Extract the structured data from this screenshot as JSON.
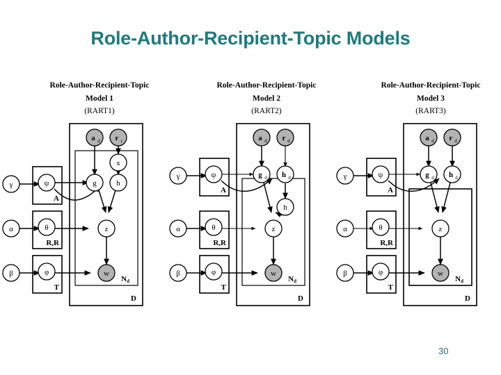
{
  "slide": {
    "title": "Role-Author-Recipient-Topic Models",
    "title_color": "#1b7b7f",
    "page_number": "30",
    "background": "#ffffff"
  },
  "figure": {
    "node_shaded_color": "#b3b3b3",
    "node_open_color": "#ffffff",
    "panels": [
      {
        "id": "rart1",
        "heading_line1": "Role-Author-Recipient-Topic",
        "heading_line2": "Model 1",
        "heading_line3": "(RART1)",
        "plates": [
          {
            "name": "outer-plate-D",
            "label": "D"
          },
          {
            "name": "inner-plate-Nd",
            "label": "Nd"
          },
          {
            "name": "plate-psi",
            "label": "A"
          },
          {
            "name": "plate-theta",
            "label": "R,R"
          },
          {
            "name": "plate-phi",
            "label": "T"
          }
        ],
        "nodes": [
          {
            "name": "node-gamma",
            "label": "γ",
            "sub": "",
            "shaded": false,
            "bold": false
          },
          {
            "name": "node-alpha",
            "label": "α",
            "sub": "",
            "shaded": false,
            "bold": false
          },
          {
            "name": "node-beta",
            "label": "β",
            "sub": "",
            "shaded": false,
            "bold": false
          },
          {
            "name": "node-psi",
            "label": "ψ",
            "sub": "",
            "shaded": false,
            "bold": false
          },
          {
            "name": "node-theta",
            "label": "θ",
            "sub": "",
            "shaded": false,
            "bold": false
          },
          {
            "name": "node-phi",
            "label": "φ",
            "sub": "",
            "shaded": false,
            "bold": false
          },
          {
            "name": "node-a",
            "label": "a",
            "sub": "d",
            "shaded": true,
            "bold": true
          },
          {
            "name": "node-r",
            "label": "r",
            "sub": "c",
            "shaded": true,
            "bold": true
          },
          {
            "name": "node-x",
            "label": "x",
            "sub": "",
            "shaded": false,
            "bold": false
          },
          {
            "name": "node-g",
            "label": "g",
            "sub": "",
            "shaded": false,
            "bold": false
          },
          {
            "name": "node-h",
            "label": "h",
            "sub": "",
            "shaded": false,
            "bold": false
          },
          {
            "name": "node-z",
            "label": "z",
            "sub": "",
            "shaded": false,
            "bold": false
          },
          {
            "name": "node-w",
            "label": "w",
            "sub": "",
            "shaded": true,
            "bold": false
          }
        ],
        "edges": [
          "gamma->psi",
          "alpha->theta",
          "beta->phi",
          "psi->g",
          "psi->h",
          "theta->z",
          "phi->w",
          "a->g",
          "r->x",
          "x->h",
          "g->z",
          "h->z",
          "z->w"
        ]
      },
      {
        "id": "rart2",
        "heading_line1": "Role-Author-Recipient-Topic",
        "heading_line2": "Model 2",
        "heading_line3": "(RART2)",
        "plates": [
          {
            "name": "outer-plate-D",
            "label": "D"
          },
          {
            "name": "inner-plate-Nd",
            "label": "Nd"
          },
          {
            "name": "plate-psi",
            "label": "A"
          },
          {
            "name": "plate-theta",
            "label": "R,R"
          },
          {
            "name": "plate-phi",
            "label": "T"
          }
        ],
        "nodes": [
          {
            "name": "node-gamma",
            "label": "γ",
            "sub": "",
            "shaded": false,
            "bold": false
          },
          {
            "name": "node-alpha",
            "label": "α",
            "sub": "",
            "shaded": false,
            "bold": false
          },
          {
            "name": "node-beta",
            "label": "β",
            "sub": "",
            "shaded": false,
            "bold": false
          },
          {
            "name": "node-psi",
            "label": "ψ",
            "sub": "",
            "shaded": false,
            "bold": false
          },
          {
            "name": "node-theta",
            "label": "θ",
            "sub": "",
            "shaded": false,
            "bold": false
          },
          {
            "name": "node-phi",
            "label": "φ",
            "sub": "",
            "shaded": false,
            "bold": false
          },
          {
            "name": "node-a",
            "label": "a",
            "sub": "d",
            "shaded": true,
            "bold": true
          },
          {
            "name": "node-r",
            "label": "r",
            "sub": "d",
            "shaded": true,
            "bold": true
          },
          {
            "name": "node-g",
            "label": "g",
            "sub": "d",
            "shaded": false,
            "bold": true
          },
          {
            "name": "node-hd",
            "label": "h",
            "sub": "d",
            "shaded": false,
            "bold": true
          },
          {
            "name": "node-h",
            "label": "h",
            "sub": "",
            "shaded": false,
            "bold": false
          },
          {
            "name": "node-z",
            "label": "z",
            "sub": "",
            "shaded": false,
            "bold": false
          },
          {
            "name": "node-w",
            "label": "w",
            "sub": "",
            "shaded": true,
            "bold": false
          }
        ],
        "edges": [
          "gamma->psi",
          "alpha->theta",
          "beta->phi",
          "psi->g",
          "psi->hd",
          "theta->z",
          "phi->w",
          "a->g",
          "r->hd",
          "g->z",
          "hd->h",
          "h->z",
          "z->w"
        ]
      },
      {
        "id": "rart3",
        "heading_line1": "Role-Author-Recipient-Topic",
        "heading_line2": "Model 3",
        "heading_line3": "(RART3)",
        "plates": [
          {
            "name": "outer-plate-D",
            "label": "D"
          },
          {
            "name": "inner-plate-Nd",
            "label": "Nd"
          },
          {
            "name": "plate-psi",
            "label": "A"
          },
          {
            "name": "plate-theta",
            "label": "R,R"
          },
          {
            "name": "plate-phi",
            "label": "T"
          }
        ],
        "nodes": [
          {
            "name": "node-gamma",
            "label": "γ",
            "sub": "",
            "shaded": false,
            "bold": false
          },
          {
            "name": "node-alpha",
            "label": "α",
            "sub": "",
            "shaded": false,
            "bold": false
          },
          {
            "name": "node-beta",
            "label": "β",
            "sub": "",
            "shaded": false,
            "bold": false
          },
          {
            "name": "node-psi",
            "label": "ψ",
            "sub": "",
            "shaded": false,
            "bold": false
          },
          {
            "name": "node-theta",
            "label": "θ",
            "sub": "",
            "shaded": false,
            "bold": false
          },
          {
            "name": "node-phi",
            "label": "φ",
            "sub": "",
            "shaded": false,
            "bold": false
          },
          {
            "name": "node-a",
            "label": "a",
            "sub": "d",
            "shaded": true,
            "bold": true
          },
          {
            "name": "node-r",
            "label": "r",
            "sub": "d",
            "shaded": true,
            "bold": true
          },
          {
            "name": "node-g",
            "label": "g",
            "sub": "d",
            "shaded": false,
            "bold": true
          },
          {
            "name": "node-h",
            "label": "h",
            "sub": "d",
            "shaded": false,
            "bold": true
          },
          {
            "name": "node-z",
            "label": "z",
            "sub": "",
            "shaded": false,
            "bold": false
          },
          {
            "name": "node-w",
            "label": "w",
            "sub": "",
            "shaded": true,
            "bold": false
          }
        ],
        "edges": [
          "gamma->psi",
          "alpha->theta",
          "beta->phi",
          "psi->g",
          "psi->h",
          "theta->z",
          "phi->w",
          "a->g",
          "r->h",
          "g->z",
          "h->z",
          "z->w"
        ]
      }
    ]
  }
}
